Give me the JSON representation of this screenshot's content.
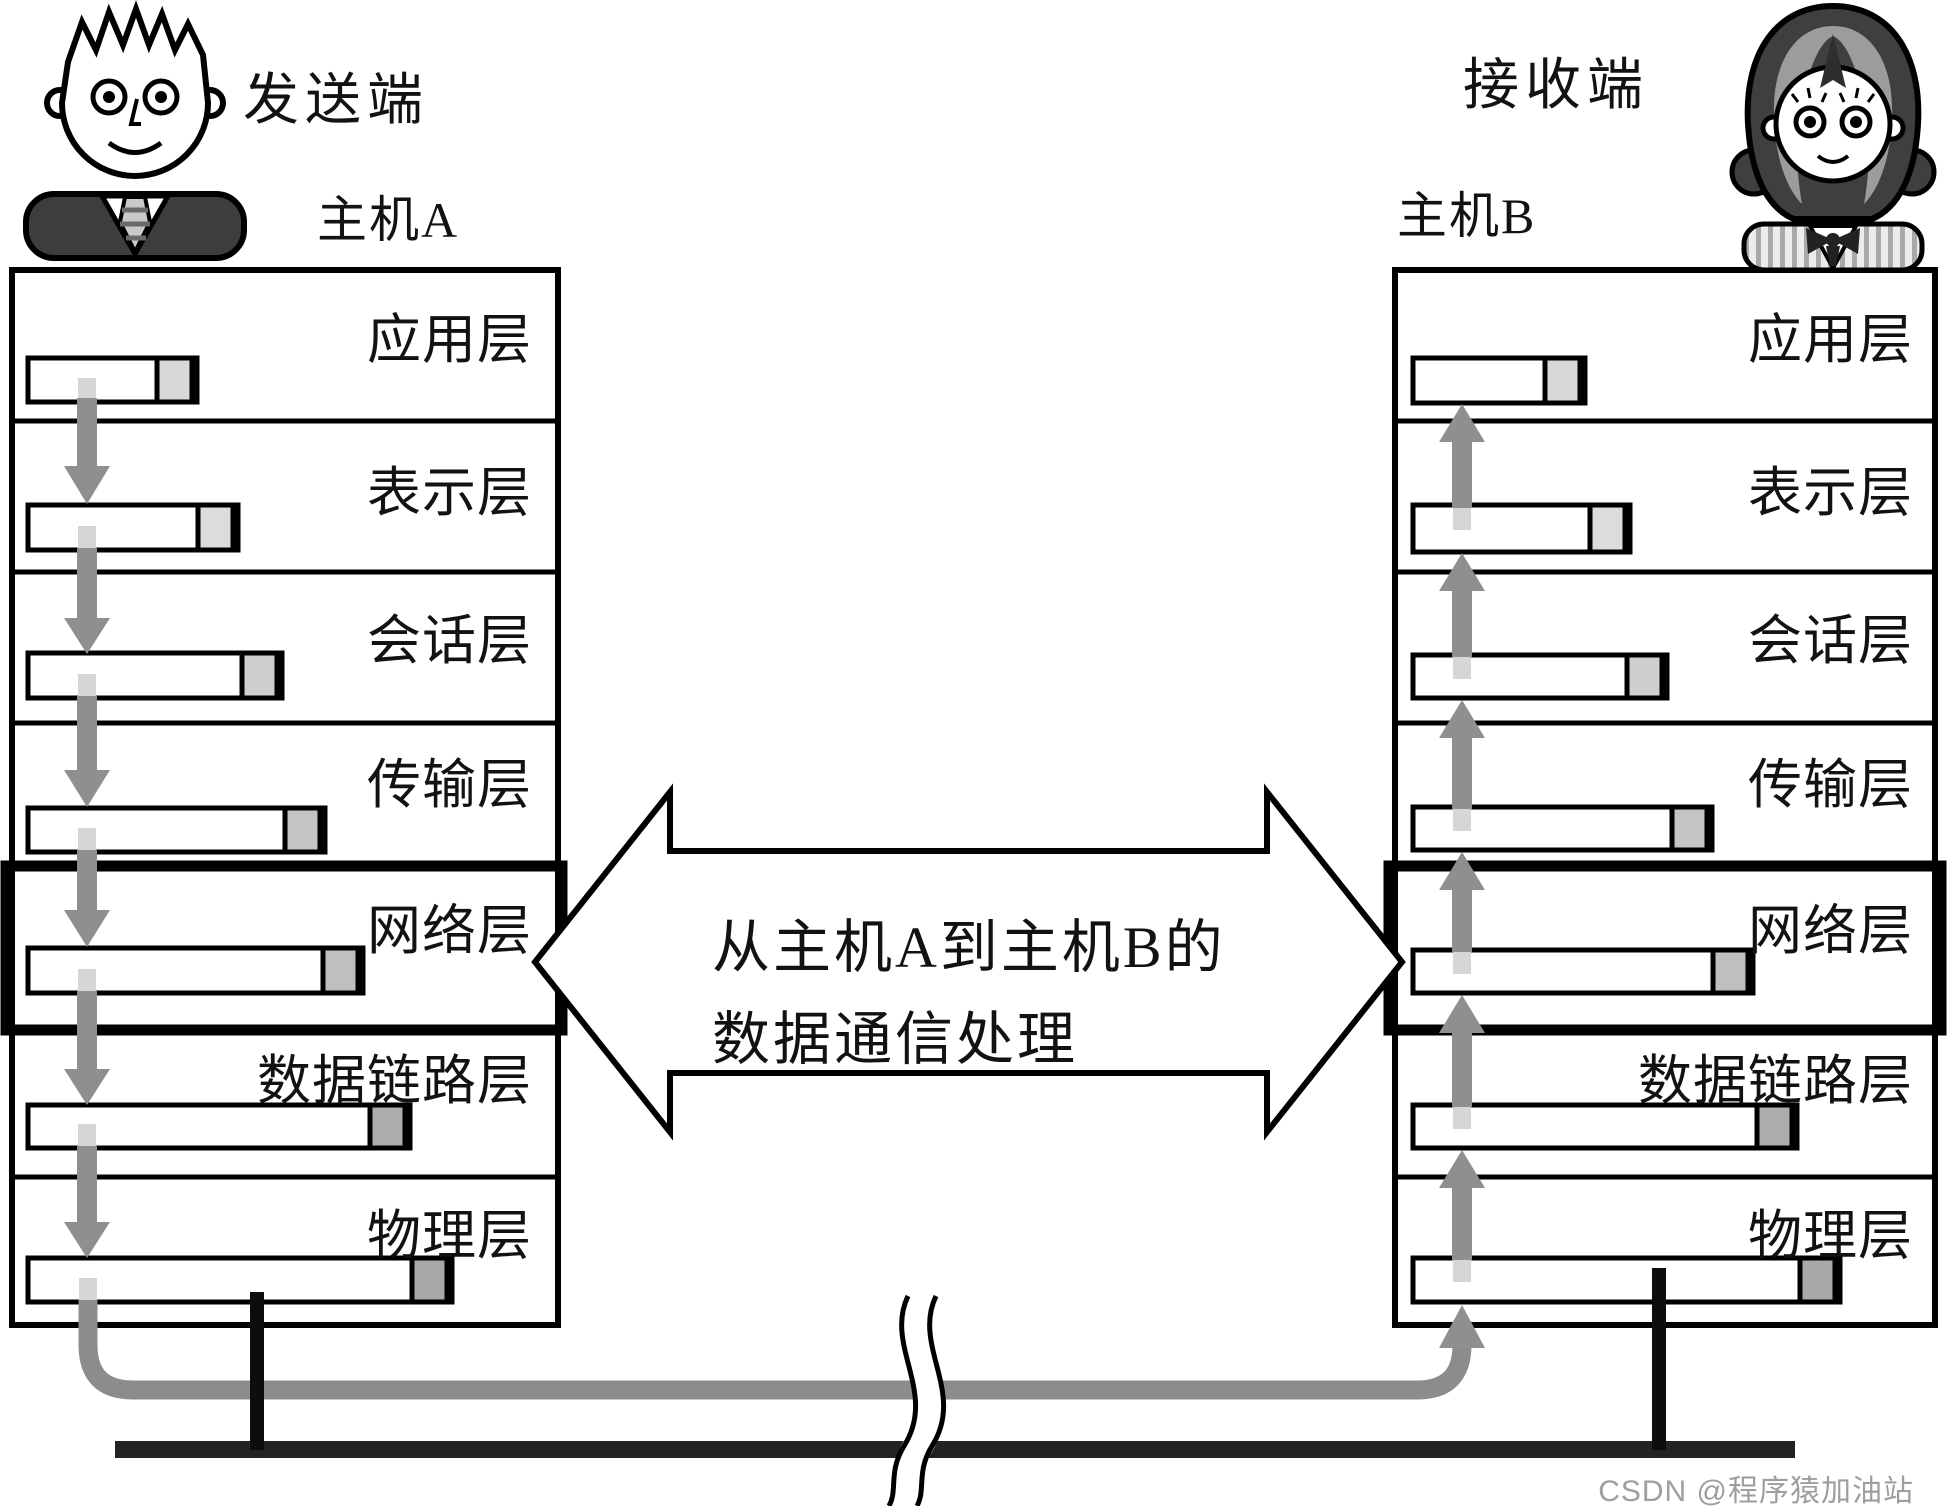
{
  "header": {
    "sender_role": "发送端",
    "sender_host": "主机A",
    "receiver_role": "接收端",
    "receiver_host": "主机B"
  },
  "layers": [
    {
      "name": "应用层",
      "tip_color": "#d8d8d8",
      "highlighted": false
    },
    {
      "name": "表示层",
      "tip_color": "#dcdcdc",
      "highlighted": false
    },
    {
      "name": "会话层",
      "tip_color": "#cfcfcf",
      "highlighted": false
    },
    {
      "name": "传输层",
      "tip_color": "#c4c4c4",
      "highlighted": false
    },
    {
      "name": "网络层",
      "tip_color": "#bfbfbf",
      "highlighted": true
    },
    {
      "name": "数据链路层",
      "tip_color": "#adadad",
      "highlighted": false
    },
    {
      "name": "物理层",
      "tip_color": "#a9a9a9",
      "highlighted": false
    }
  ],
  "center_arrow": {
    "line1": "从主机A到主机B的",
    "line2": "数据通信处理"
  },
  "watermark": "CSDN @程序猿加油站",
  "colors": {
    "box_border": "#000000",
    "flow_arrow_gray": "#8f8f8f",
    "flow_stub_gray": "#d6d6d6",
    "gray_cable": "#8c8c8c",
    "black_cable": "#232323",
    "connector": "#0d0d0d",
    "suit": "#3d3d3d",
    "hair": "#3f3f3f",
    "watermark_gray": "#9e9e9e"
  }
}
